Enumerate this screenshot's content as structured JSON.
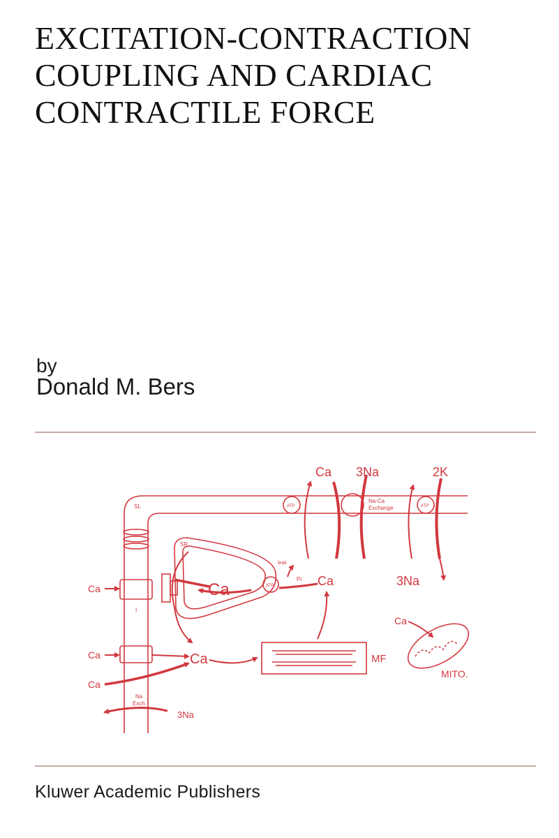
{
  "title_lines": [
    "EXCITATION-CONTRACTION",
    "COUPLING AND CARDIAC",
    "CONTRACTILE FORCE"
  ],
  "by": "by",
  "author": "Donald M. Bers",
  "publisher": "Kluwer Academic Publishers",
  "diagram": {
    "color": "#d2383f",
    "labels": {
      "ca_top": "Ca",
      "na3_top": "3Na",
      "k2_top": "2K",
      "sl": "SL",
      "atp": "ATP",
      "na_ca_exchange_1": "Na-Ca",
      "na_ca_exchange_2": "Exchange",
      "sr": "SR",
      "ca_center": "Ca",
      "ca_right": "Ca",
      "na3_bottom_right": "3Na",
      "ca_left_1": "Ca",
      "ca_left_2": "Ca",
      "ca_left_3": "Ca",
      "ca_mid": "Ca",
      "mf": "MF",
      "ca_mito": "Ca",
      "mito": "MITO.",
      "na_ca_exch_short_1": "Na",
      "na_ca_exch_short_2": "Exch.",
      "na3_bottom_left": "3Na",
      "pi": "Pi",
      "i_ca": "I",
      "leak": "leak"
    }
  }
}
